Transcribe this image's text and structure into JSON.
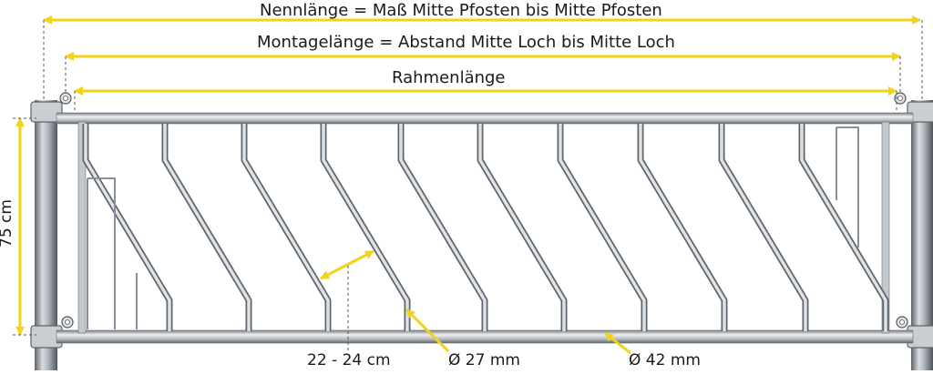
{
  "labels": {
    "nominal_length": "Nennlänge = Maß Mitte Pfosten bis Mitte Pfosten",
    "mounting_length": "Montagelänge = Abstand Mitte Loch bis Mitte Loch",
    "frame_length": "Rahmenlänge",
    "height": "75 cm",
    "bar_spacing": "22 - 24 cm",
    "bar_diameter": "Ø 27 mm",
    "tube_diameter": "Ø 42 mm"
  },
  "colors": {
    "dimension_line": "#f2d21b",
    "steel_light": "#e6e9ec",
    "steel_mid": "#b9bec4",
    "steel_dark": "#6d737a",
    "leader": "#333333"
  }
}
